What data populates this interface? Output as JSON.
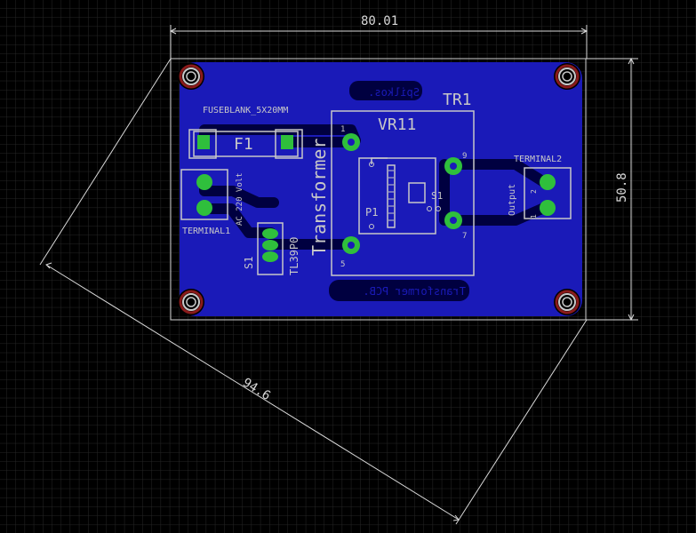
{
  "colors": {
    "background": "#000000",
    "grid": "#2a2a2a",
    "board_fill": "#1818b8",
    "copper_trace": "#000030",
    "pad": "#2fbf3c",
    "mounting_hole": "#c8c8c8",
    "hole_ring": "#8a1a1a",
    "silkscreen": "#c8c8c8",
    "dimension": "#d8d8d8"
  },
  "dimensions": {
    "width": "80.01",
    "height": "50.8",
    "diagonal": "94.6"
  },
  "labels": {
    "fuse_name": "FUSEBLANK_5X20MM",
    "fuse_ref": "F1",
    "terminal1": "TERMINAL1",
    "terminal2": "TERMINAL2",
    "ac_label": "AC 220 Volt",
    "switch_ref": "S1",
    "switch_part": "TL39P0",
    "transformer": "Transformer",
    "vr": "VR11",
    "tr": "TR1",
    "pot": "P1",
    "pot_s1": "S1",
    "output": "Output",
    "logo": "Spilkos.",
    "board_title": "Transformer PCB.",
    "pin1": "1",
    "pin5": "5",
    "pin9": "9",
    "pin7": "7",
    "t2_pin1": "1",
    "t2_pin2": "2"
  }
}
